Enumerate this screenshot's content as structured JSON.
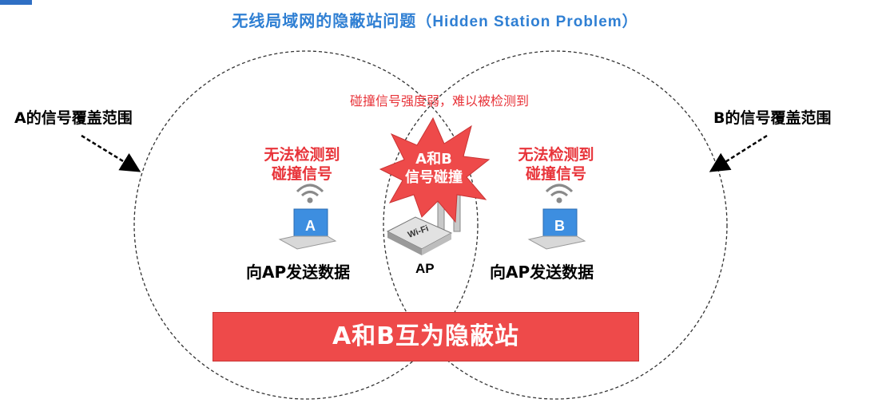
{
  "title": {
    "cn": "无线局域网的隐蔽站问题",
    "en": "（Hidden Station Problem）"
  },
  "labels": {
    "a_range": "A的信号覆盖范围",
    "b_range": "B的信号覆盖范围",
    "collision_weak": "碰撞信号强度弱，难以被检测到",
    "a_cannot_detect_1": "无法检测到",
    "a_cannot_detect_2": "碰撞信号",
    "b_cannot_detect_1": "无法检测到",
    "b_cannot_detect_2": "碰撞信号",
    "collision_1": "A和B",
    "collision_2": "信号碰撞",
    "a_send": "向AP发送数据",
    "b_send": "向AP发送数据",
    "ap": "AP",
    "laptop_a": "A",
    "laptop_b": "B",
    "ap_device": "Wi-Fi",
    "banner": "A和B互为隐蔽站"
  },
  "colors": {
    "title": "#2f7fd3",
    "warning": "#e8343a",
    "banner": "#ee4a4a",
    "laptop_screen": "#3d8ee0"
  }
}
